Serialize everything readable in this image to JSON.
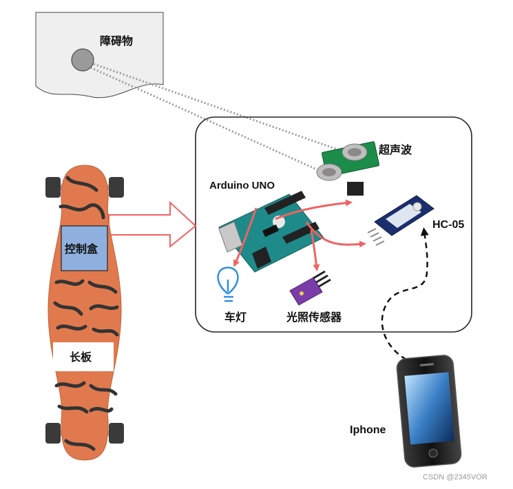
{
  "labels": {
    "obstacle": "障碍物",
    "ultrasonic": "超声波",
    "arduino": "Arduino UNO",
    "hc05": "HC-05",
    "headlight": "车灯",
    "light_sensor": "光照传感器",
    "control_box": "控制盒",
    "longboard": "长板",
    "iphone": "Iphone",
    "watermark": "CSDN @2345VOR"
  },
  "colors": {
    "arrow": "#f06262",
    "board_deck": "#e07a4e",
    "control_box_fill": "#8fb0de",
    "pcb_green": "#1c8c4a",
    "arduino_teal": "#1e8b8a",
    "bulb_blue": "#2f8fe0"
  },
  "icons": {
    "obstacle": "obstacle-ball-icon",
    "ultrasonic": "ultrasonic-sensor-icon",
    "arduino": "arduino-board-icon",
    "hc05": "bluetooth-module-icon",
    "headlight": "light-bulb-icon",
    "light_sensor": "light-sensor-icon",
    "longboard": "longboard-icon",
    "iphone": "smartphone-icon"
  }
}
